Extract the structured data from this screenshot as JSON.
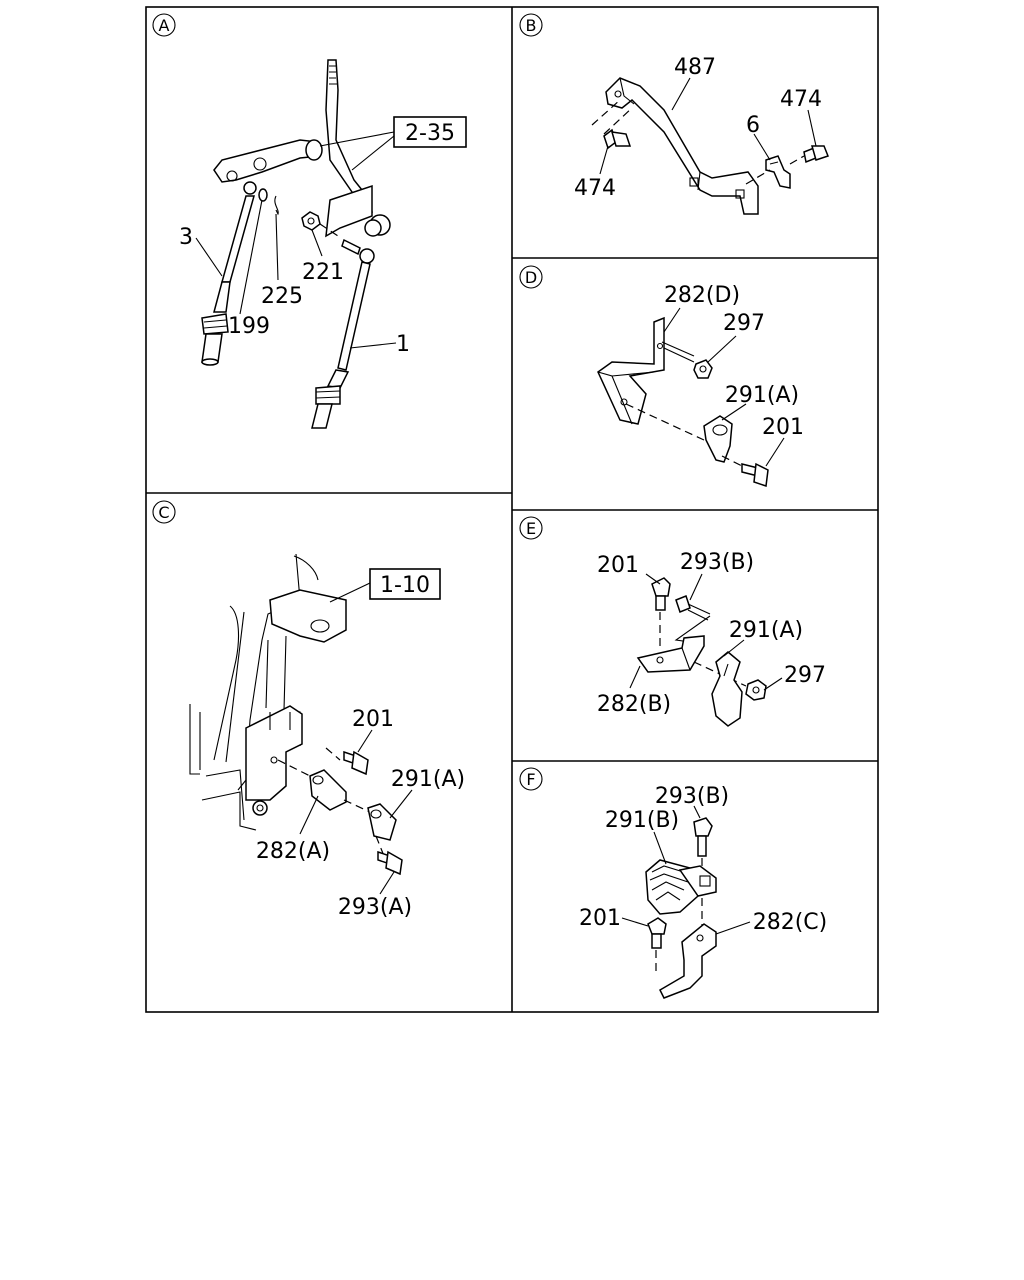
{
  "panels": {
    "A": {
      "letter": "A",
      "labels": {
        "l1": "1",
        "l3": "3",
        "l199": "199",
        "l221": "221",
        "l225": "225"
      },
      "ref_box": "2-35"
    },
    "B": {
      "letter": "B",
      "labels": {
        "l487": "487",
        "l474a": "474",
        "l474b": "474",
        "l6": "6"
      }
    },
    "C": {
      "letter": "C",
      "labels": {
        "l201": "201",
        "l291": "291(A)",
        "l282": "282(A)",
        "l293": "293(A)"
      },
      "ref_box": "1-10"
    },
    "D": {
      "letter": "D",
      "labels": {
        "l282": "282(D)",
        "l297": "297",
        "l291": "291(A)",
        "l201": "201"
      }
    },
    "E": {
      "letter": "E",
      "labels": {
        "l201": "201",
        "l293": "293(B)",
        "l291": "291(A)",
        "l297": "297",
        "l282": "282(B)"
      }
    },
    "F": {
      "letter": "F",
      "labels": {
        "l293": "293(B)",
        "l291": "291(B)",
        "l201": "201",
        "l282": "282(C)"
      }
    }
  }
}
